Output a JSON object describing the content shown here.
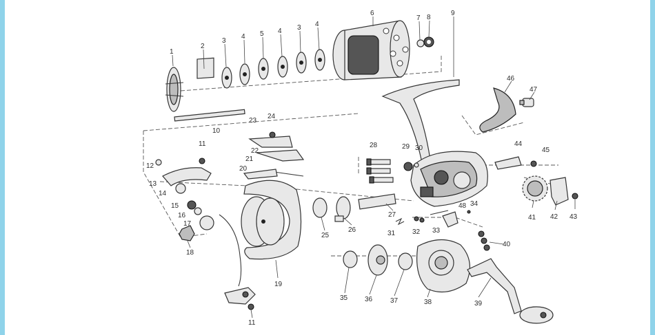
{
  "frame": {
    "border_color": "#8fd3ea"
  },
  "parts": [
    "1",
    "2",
    "3",
    "4",
    "5",
    "4",
    "3",
    "4",
    "6",
    "7",
    "8",
    "9",
    "10",
    "11",
    "12",
    "13",
    "14",
    "15",
    "16",
    "17",
    "18",
    "19",
    "20",
    "21",
    "22",
    "23",
    "24",
    "25",
    "26",
    "27",
    "28",
    "29",
    "30",
    "31",
    "32",
    "33",
    "34",
    "35",
    "36",
    "37",
    "38",
    "39",
    "40",
    "41",
    "42",
    "43",
    "44",
    "45",
    "46",
    "47",
    "48",
    "11"
  ]
}
